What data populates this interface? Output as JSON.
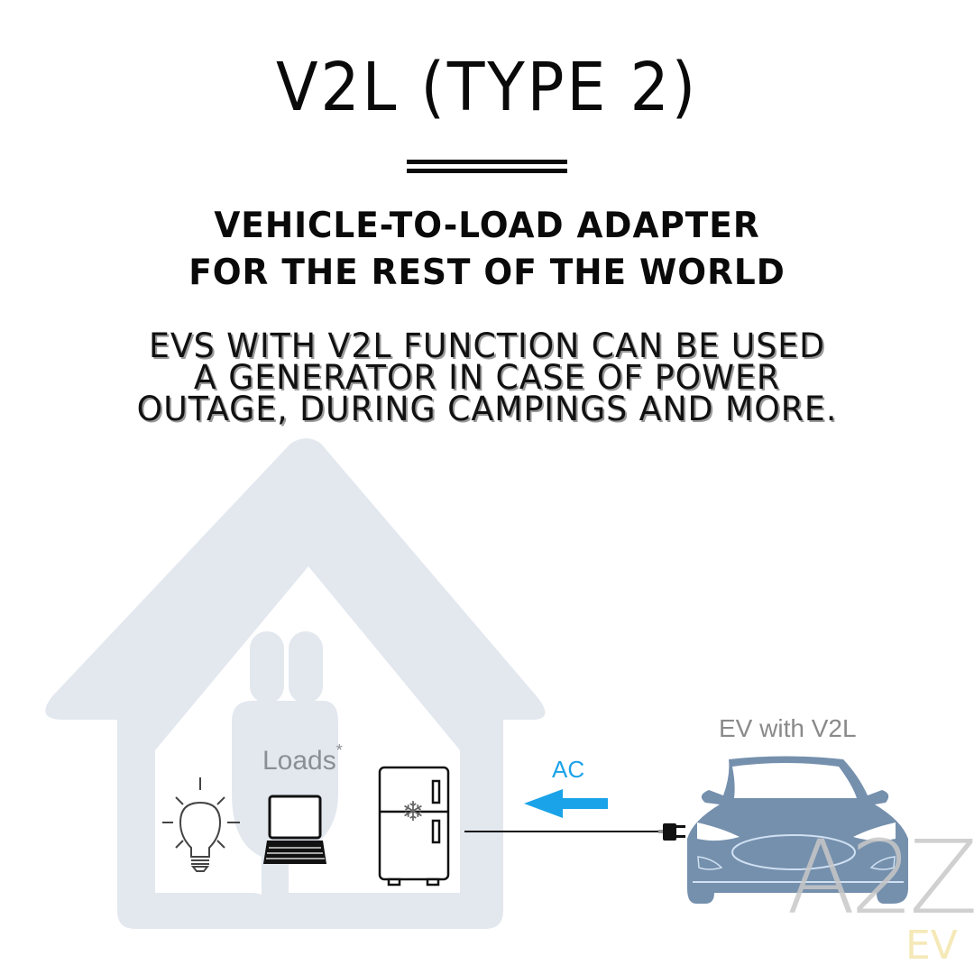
{
  "header": {
    "title": "V2L (TYPE 2)",
    "subtitle_lines": [
      "VEHICLE-TO-LOAD ADAPTER",
      "FOR THE REST OF THE WORLD"
    ],
    "description_lines": [
      "EVS WITH V2L FUNCTION CAN BE USED",
      "A GENERATOR IN CASE OF POWER",
      "OUTAGE, DURING CAMPINGS AND MORE."
    ]
  },
  "diagram": {
    "loads_label": "Loads",
    "loads_footnote": "*",
    "flow_label": "AC",
    "vehicle_label": "EV with V2L",
    "icons": [
      "house-icon",
      "plug-icon",
      "light-bulb-icon",
      "laptop-icon",
      "refrigerator-icon",
      "arrow-left-icon",
      "power-plug-icon",
      "car-icon"
    ]
  },
  "watermark": {
    "main": "A2Z",
    "sub": "EV"
  },
  "colors": {
    "text": "#0a0a0a",
    "house": "#e3e8ef",
    "arrow": "#1aa3e8",
    "car": "#7590ad",
    "watermark_main": "#c8c8c8",
    "watermark_sub": "#f5e9b8"
  }
}
